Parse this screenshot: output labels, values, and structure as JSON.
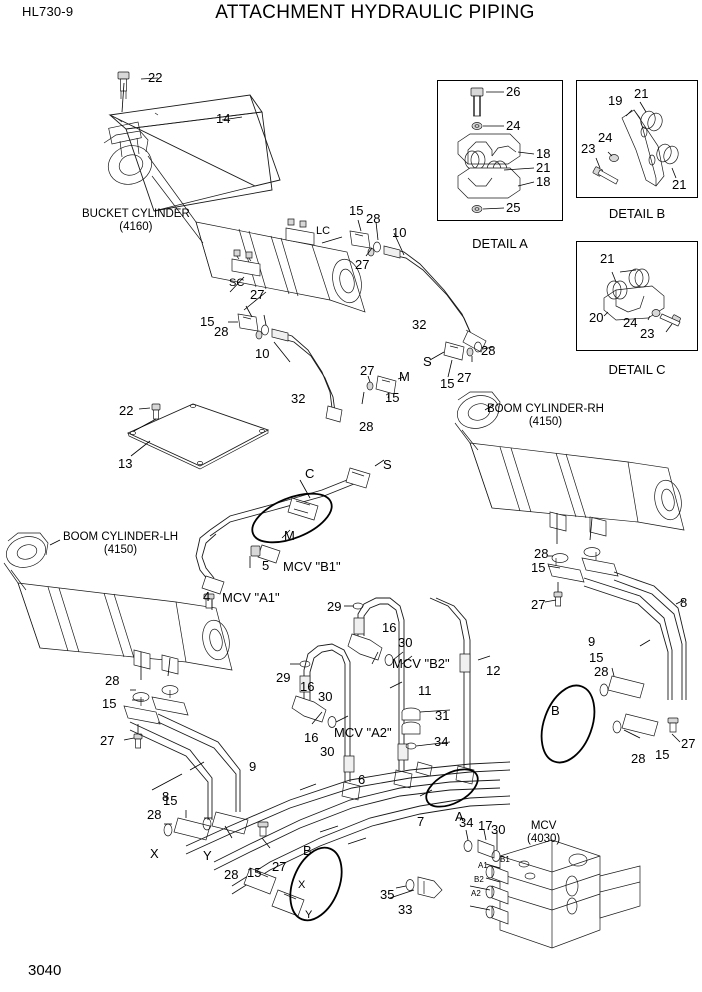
{
  "header": {
    "model_code": "HL730-9",
    "title": "ATTACHMENT HYDRAULIC PIPING",
    "page_number": "3040"
  },
  "components": [
    {
      "name": "bucket-cylinder",
      "line1": "BUCKET CYLINDER",
      "line2": "(4160)"
    },
    {
      "name": "boom-cylinder-rh",
      "line1": "BOOM CYLINDER-RH",
      "line2": "(4150)"
    },
    {
      "name": "boom-cylinder-lh",
      "line1": "BOOM CYLINDER-LH",
      "line2": "(4150)"
    },
    {
      "name": "mcv",
      "line1": "MCV",
      "line2": "(4030)"
    }
  ],
  "details": {
    "a": {
      "caption": "DETAIL A",
      "callouts": [
        "26",
        "24",
        "18",
        "21",
        "18",
        "25"
      ]
    },
    "b": {
      "caption": "DETAIL B",
      "callouts": [
        "19",
        "21",
        "24",
        "23",
        "21"
      ]
    },
    "c": {
      "caption": "DETAIL C",
      "callouts": [
        "21",
        "20",
        "24",
        "23"
      ]
    }
  },
  "detail_a_callouts": {
    "c26": "26",
    "c24": "24",
    "c18_top": "18",
    "c21": "21",
    "c18_bot": "18",
    "c25": "25"
  },
  "detail_b_callouts": {
    "c19": "19",
    "c21_top": "21",
    "c24": "24",
    "c23": "23",
    "c21_bot": "21"
  },
  "detail_c_callouts": {
    "c21": "21",
    "c20": "20",
    "c24": "24",
    "c23": "23"
  },
  "port_labels": {
    "lc": "LC",
    "sc": "SC",
    "s_upper": "S",
    "s_mid": "S",
    "s_lower": "S",
    "m_upper": "M",
    "m_lower": "M",
    "c_circle": "C",
    "a_circle": "A",
    "b_circle_left": "B",
    "b_circle_right": "B",
    "x_left": "X",
    "y_left": "Y",
    "x_right": "X",
    "y_right": "Y",
    "mcv_a1": "MCV \"A1\"",
    "mcv_b1": "MCV \"B1\"",
    "mcv_a2": "MCV \"A2\"",
    "mcv_b2": "MCV \"B2\"",
    "mcv_port_a1": "A1",
    "mcv_port_b1": "B1",
    "mcv_port_a2": "A2",
    "mcv_port_b2": "B2"
  },
  "callouts": {
    "n22_top": "22",
    "n14": "14",
    "n15_a": "15",
    "n28_a": "28",
    "n10_a": "10",
    "n27_a": "27",
    "n15_b": "15",
    "n28_b": "28",
    "n27_b": "27",
    "n10_b": "10",
    "n32_a": "32",
    "n32_b": "32",
    "n28_c": "28",
    "n15_c": "15",
    "n27_c": "27",
    "n28_d": "28",
    "n15_d": "15",
    "n27_d": "27",
    "n28_e": "28",
    "n22_plate": "22",
    "n13": "13",
    "n5": "5",
    "n4": "4",
    "n29_a": "29",
    "n29_b": "29",
    "n16_a": "16",
    "n16_b": "16",
    "n16_c": "16",
    "n30_a": "30",
    "n30_b": "30",
    "n30_c": "30",
    "n30_d": "30",
    "n11": "11",
    "n12": "12",
    "n31": "31",
    "n34_a": "34",
    "n34_b": "34",
    "n17": "17",
    "n6": "6",
    "n7": "7",
    "n35": "35",
    "n33": "33",
    "n8_left": "8",
    "n9_left": "9",
    "n8_right": "8",
    "n9_right": "9",
    "n28_f": "28",
    "n15_e": "15",
    "n27_e": "27",
    "n28_g": "28",
    "n15_f": "15",
    "n28_h": "28",
    "n15_g": "15",
    "n27_f": "27",
    "n28_i": "28",
    "n15_h": "15",
    "n28_j": "28",
    "n15_i": "15",
    "n27_g": "27",
    "n28_k": "28",
    "n15_j": "15",
    "n27_h": "27"
  }
}
